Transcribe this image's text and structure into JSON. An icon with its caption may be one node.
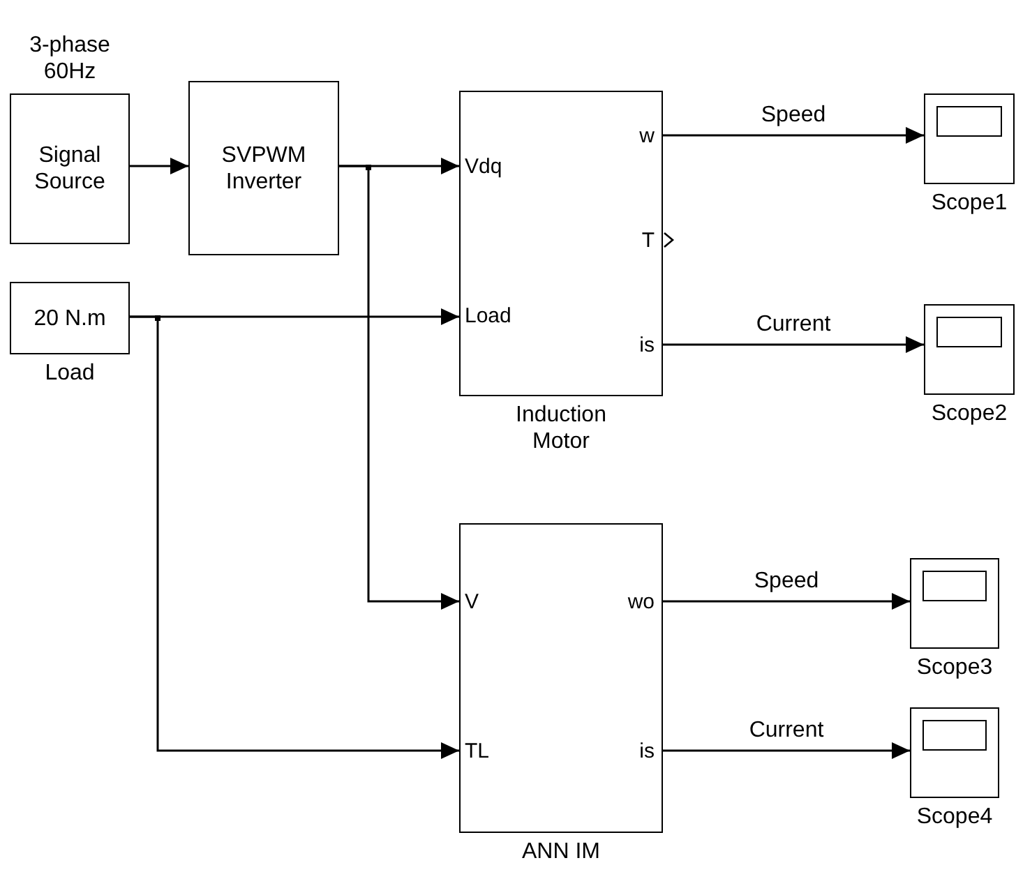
{
  "diagram": {
    "nodes": [
      {
        "text": [
          "3-phase 60Hz",
          "Signal Source"
        ]
      },
      {
        "text": [
          "SVPWM Inverter"
        ]
      },
      {
        "text": [
          "20 N.m",
          "Load"
        ]
      },
      {
        "text": [
          "Vdq",
          "Load",
          "w",
          "T",
          "is",
          "Induction Motor"
        ]
      },
      {
        "text": [
          "V",
          "TL",
          "wo",
          "is",
          "ANN IM"
        ]
      },
      {
        "text": [
          "Scope1"
        ]
      },
      {
        "text": [
          "Scope2"
        ]
      },
      {
        "text": [
          "Scope3"
        ]
      },
      {
        "text": [
          "Scope4"
        ]
      }
    ],
    "edges": [
      {
        "from": 0,
        "to": 1,
        "arrow": "to"
      },
      {
        "from": 1,
        "to": 3,
        "arrow": "to"
      },
      {
        "from": 1,
        "to": 4,
        "arrow": "to"
      },
      {
        "from": 2,
        "to": 3,
        "arrow": "to"
      },
      {
        "from": 2,
        "to": 4,
        "arrow": "to"
      },
      {
        "from": 3,
        "to": 5,
        "arrow": "to",
        "label": "Speed"
      },
      {
        "from": 3,
        "to": 6,
        "arrow": "to",
        "label": "Current"
      },
      {
        "from": 4,
        "to": 7,
        "arrow": "to",
        "label": "Speed"
      },
      {
        "from": 4,
        "to": 8,
        "arrow": "to",
        "label": "Current"
      }
    ]
  }
}
